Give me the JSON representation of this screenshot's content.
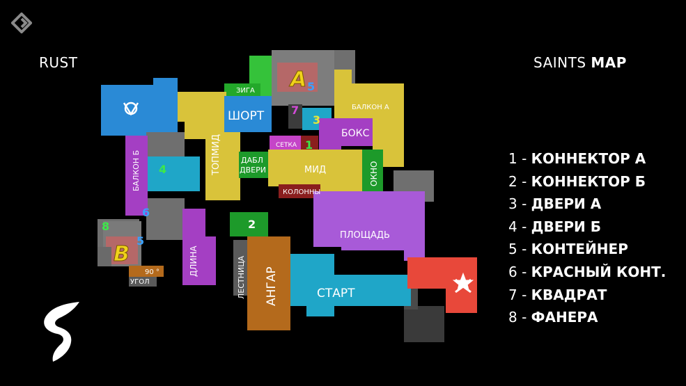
{
  "header": {
    "map_name": "RUST",
    "brand_prefix": "SAINTS",
    "brand_suffix": "MAP"
  },
  "legend": [
    {
      "num": "1",
      "name": "КОННЕКТОР А"
    },
    {
      "num": "2",
      "name": "КОННЕКТОР Б"
    },
    {
      "num": "3",
      "name": "ДВЕРИ А"
    },
    {
      "num": "4",
      "name": "ДВЕРИ Б"
    },
    {
      "num": "5",
      "name": "КОНТЕЙНЕР"
    },
    {
      "num": "6",
      "name": "КРАСНЫЙ КОНТ."
    },
    {
      "num": "7",
      "name": "КВАДРАТ"
    },
    {
      "num": "8",
      "name": "ФАНЕРА"
    }
  ],
  "map": {
    "sites": {
      "a": "A",
      "b": "B"
    },
    "areas": {
      "shop": "ШОРТ",
      "ziga": "ЗИГА",
      "balcony_a": "БАЛКОН А",
      "box": "БОКС",
      "setka": "СЕТКА",
      "topmid": "ТОПМИД",
      "double_doors_1": "ДАБЛ",
      "double_doors_2": "ДВЕРИ",
      "mid": "МИД",
      "window": "ОКНО",
      "columns": "КОЛОННЫ",
      "balcony_b": "БАЛКОН Б",
      "square": "ПЛОЩАДЬ",
      "long": "ДЛИНА",
      "stairs": "ЛЕСТНИЦА",
      "hangar": "АНГАР",
      "start": "СТАРТ",
      "angle_90": "90 °",
      "angle": "УГОЛ"
    },
    "markers": {
      "m1": "1",
      "m2": "2",
      "m3": "3",
      "m4": "4",
      "m5a": "5",
      "m5b": "5",
      "m6": "6",
      "m7": "7",
      "m8": "8"
    }
  },
  "colors": {
    "background": "#000000",
    "yellow": "#d9c33a",
    "blue": "#2a8ad6",
    "cyan": "#1fa6c8",
    "purple": "#a43fc3",
    "violet": "#a85ad8",
    "green": "#1d9a2a",
    "orange": "#b46a1c",
    "red": "#e8483a",
    "darkred": "#8a1e1e",
    "gray": "#7a7a7a"
  },
  "icons": {
    "top_left": "diamond-logo-icon",
    "bottom_left": "saints-logo-icon",
    "ct_spawn": "ct-emblem-icon",
    "t_spawn": "t-emblem-icon"
  }
}
